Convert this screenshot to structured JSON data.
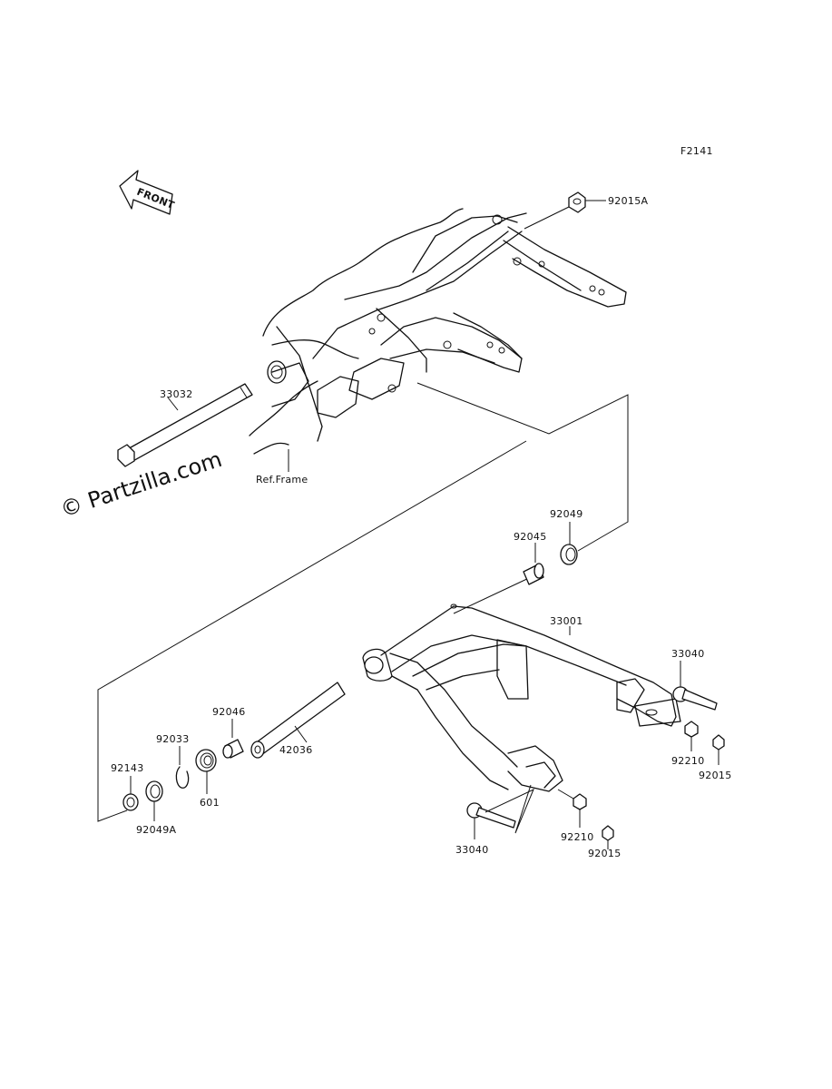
{
  "figure_code": "F2141",
  "front_label": "FRONT",
  "watermark": "© Partzilla.com",
  "ref_frame": "Ref.Frame",
  "parts": {
    "p92015A": "92015A",
    "p33032": "33032",
    "p92049": "92049",
    "p92045": "92045",
    "p33001": "33001",
    "p33040a": "33040",
    "p92210a": "92210",
    "p92015a": "92015",
    "p92046": "92046",
    "p42036": "42036",
    "p92033": "92033",
    "p92143": "92143",
    "p601": "601",
    "p92049A": "92049A",
    "p33040b": "33040",
    "p92210b": "92210",
    "p92015b": "92015"
  }
}
